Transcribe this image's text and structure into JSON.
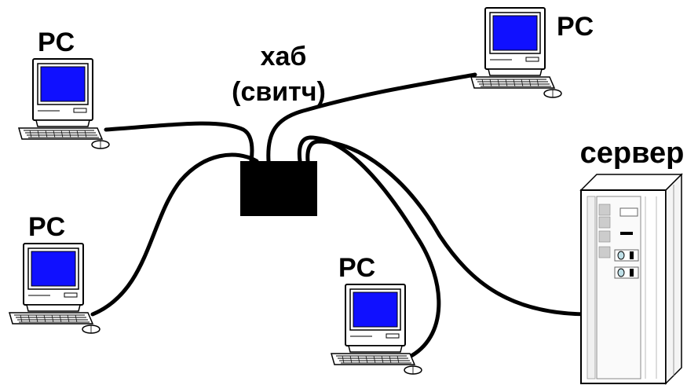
{
  "hub": {
    "line1": "хаб",
    "line2": "(свитч)"
  },
  "server": {
    "label": "сервер"
  },
  "computers": [
    {
      "id": "pc-top-left",
      "label": "PC"
    },
    {
      "id": "pc-top-right",
      "label": "PC"
    },
    {
      "id": "pc-bottom-left",
      "label": "PC"
    },
    {
      "id": "pc-bottom-center",
      "label": "PC"
    }
  ],
  "colors": {
    "screen": "#0000ff",
    "cable": "#000000",
    "hub": "#000000",
    "case": "#ffffff",
    "outline": "#000000"
  },
  "icons": [
    "computer-icon",
    "server-icon",
    "hub-icon"
  ]
}
